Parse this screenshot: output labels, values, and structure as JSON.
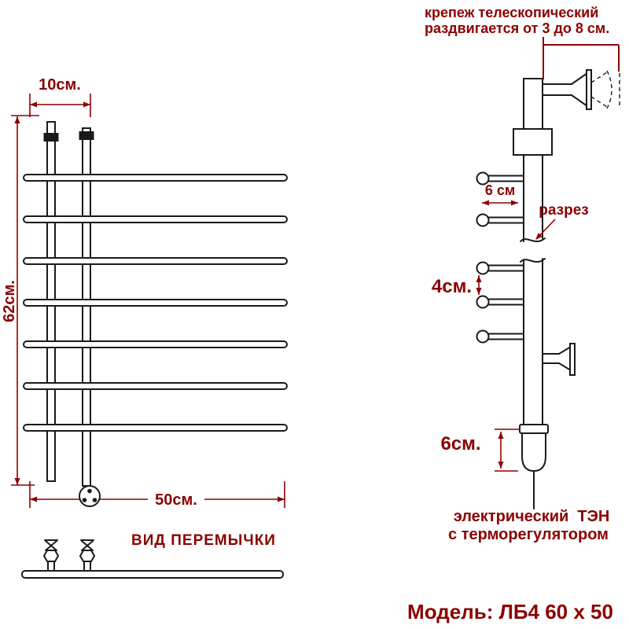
{
  "colors": {
    "accent": "#8B0000",
    "line": "#1a1a1a",
    "background": "#ffffff"
  },
  "front_view": {
    "dim_top": "10см.",
    "dim_left": "62см.",
    "dim_bottom": "50см.",
    "crossbar_label": "ВИД ПЕРЕМЫЧКИ"
  },
  "side_view": {
    "mount_note_line1": "крепеж телескопический",
    "mount_note_line2": "раздвигается от 3 до 8 см.",
    "dim_rung_offset": "6 см",
    "section_label": "разрез",
    "dim_rung_gap": "4см.",
    "dim_heater_height": "6см.",
    "heater_line1": "электрический  ТЭН",
    "heater_line2": "с терморегулятором"
  },
  "footer": {
    "model": "Модель: ЛБ4 60 х 50"
  }
}
